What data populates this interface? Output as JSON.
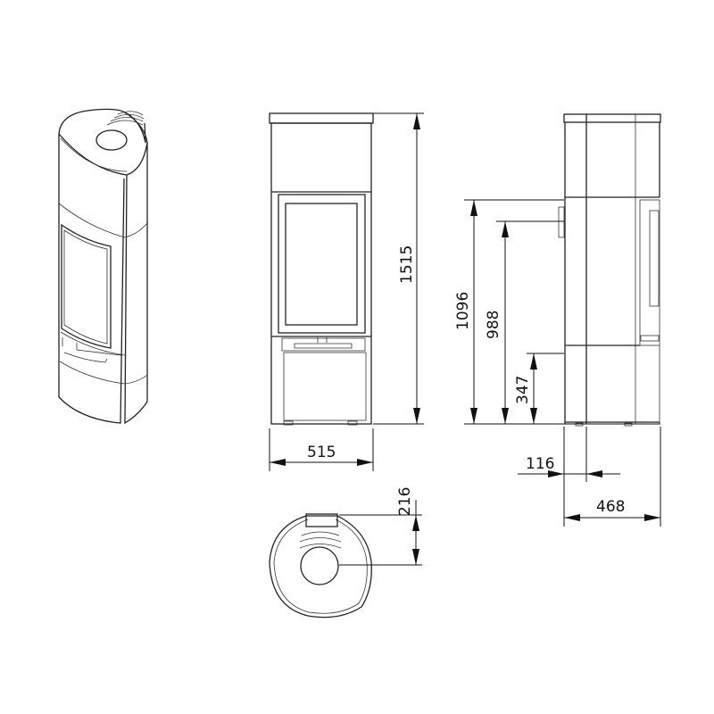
{
  "dimensions": {
    "height_total": "1515",
    "width_front": "515",
    "flue_height_top": "1096",
    "flue_height_center": "988",
    "air_inlet_height": "347",
    "flue_offset": "116",
    "depth_side": "468",
    "top_flue_offset": "216"
  }
}
